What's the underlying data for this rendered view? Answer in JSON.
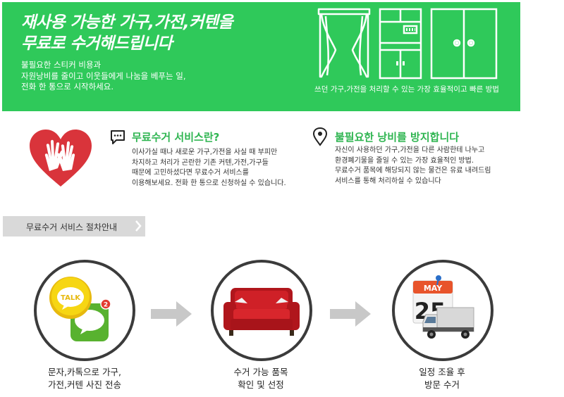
{
  "banner": {
    "title_line1": "재사용 가능한 가구,가전,커텐을",
    "title_line2": "무료로 수거해드립니다",
    "desc_line1": "불필요한 스티커 비용과",
    "desc_line2": "자원낭비를 줄이고 이웃들에게 나눔을 베푸는 일,",
    "desc_line3": "전화 한 통으로 시작하세요.",
    "caption": "쓰던 가구,가전을 처리할 수 있는 가장 효율적이고 빠른 방법",
    "colors": {
      "background": "#2fc95a",
      "text": "#ffffff"
    }
  },
  "service": {
    "icon": "speech-bubble-icon",
    "title": "무료수거 서비스란?",
    "body": [
      "이사가실 때나 새로운 가구,가전을 사실 때 부피만",
      "차지하고 처리가 곤란한 기존 커텐,가전,가구들",
      "때문에 고민하셨다면 무료수거 서비스를",
      "이용해보세요. 전화 한 통으로 신청하실 수 있습니다."
    ]
  },
  "waste": {
    "icon": "location-pin-icon",
    "title": "불필요한 낭비를 방지합니다",
    "body": [
      "자신이 사용하던 가구,가전을 다른 사람한테 나누고",
      "환경폐기물을 줄일 수 있는 가장 효율적인 방법.",
      "무료수거 품목에 해당되지 않는 물건은 유료 내려드림",
      "서비스를 통해 처리하실 수 있습니다"
    ]
  },
  "procedure": {
    "tab_label": "무료수거 서비스 절차안내",
    "steps": [
      {
        "line1": "문자,카톡으로 가구,",
        "line2": "가전,커텐 사진 전송",
        "talk_label": "TALK",
        "badge": "2"
      },
      {
        "line1": "수거 가능 품목",
        "line2": "확인 및 선정"
      },
      {
        "line1": "일정 조율 후",
        "line2": "방문 수거",
        "calendar_month": "MAY",
        "calendar_day": "25"
      }
    ]
  },
  "colors": {
    "accent": "#2fc95a",
    "title_green": "#2fb551",
    "heart_red": "#d9343b",
    "sofa_red": "#cf2027"
  }
}
